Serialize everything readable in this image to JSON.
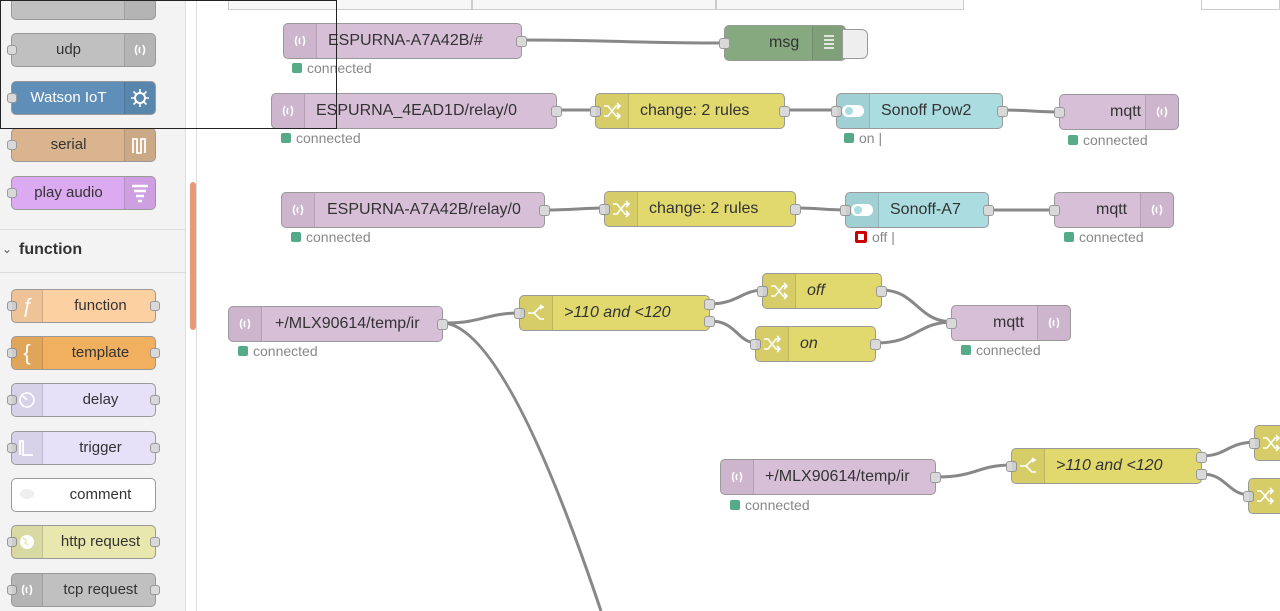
{
  "palette": {
    "nodes": [
      {
        "label": "udp",
        "icon": "radio-waves-icon"
      },
      {
        "label": "Watson IoT",
        "icon": "gear-chip-icon"
      },
      {
        "label": "serial",
        "icon": "serial-wave-icon"
      },
      {
        "label": "play audio",
        "icon": "audio-bars-icon"
      }
    ],
    "category": {
      "label": "function"
    },
    "function_nodes": [
      {
        "label": "function",
        "icon": "f-icon"
      },
      {
        "label": "template",
        "icon": "brace-icon"
      },
      {
        "label": "delay",
        "icon": "clock-icon"
      },
      {
        "label": "trigger",
        "icon": "pulse-icon"
      },
      {
        "label": "comment",
        "icon": "speech-bubble-icon"
      },
      {
        "label": "http request",
        "icon": "globe-icon"
      },
      {
        "label": "tcp request",
        "icon": "radio-waves-icon"
      }
    ]
  },
  "flow": {
    "row1": {
      "mqtt_in": {
        "label": "ESPURNA-A7A42B/#",
        "status": "connected"
      },
      "debug": {
        "label": "msg"
      }
    },
    "row2": {
      "mqtt_in": {
        "label": "ESPURNA_4EAD1D/relay/0",
        "status": "connected"
      },
      "change": {
        "label": "change: 2 rules"
      },
      "ui_switch": {
        "label": "Sonoff Pow2",
        "status": "on |"
      },
      "mqtt_out": {
        "label": "mqtt",
        "status": "connected"
      }
    },
    "row3": {
      "mqtt_in": {
        "label": "ESPURNA-A7A42B/relay/0",
        "status": "connected"
      },
      "change": {
        "label": "change: 2 rules"
      },
      "ui_switch": {
        "label": "Sonoff-A7",
        "status": "off |"
      },
      "mqtt_out": {
        "label": "mqtt",
        "status": "connected"
      }
    },
    "row4": {
      "mqtt_in": {
        "label": "+/MLX90614/temp/ir",
        "status": "connected"
      },
      "switch": {
        "label": ">110 and <120"
      },
      "change_off": {
        "label": "off"
      },
      "change_on": {
        "label": "on"
      },
      "mqtt_out": {
        "label": "mqtt",
        "status": "connected"
      }
    },
    "row5": {
      "mqtt_in": {
        "label": "+/MLX90614/temp/ir",
        "status": "connected"
      },
      "switch": {
        "label": ">110 and <120"
      }
    }
  },
  "colors": {
    "mqtt": "#d8bfd8",
    "change": "#e2d96e",
    "ui": "#aadce0",
    "debug": "#87a980",
    "status_connected": "#55aa88",
    "status_error": "#cc0000"
  }
}
